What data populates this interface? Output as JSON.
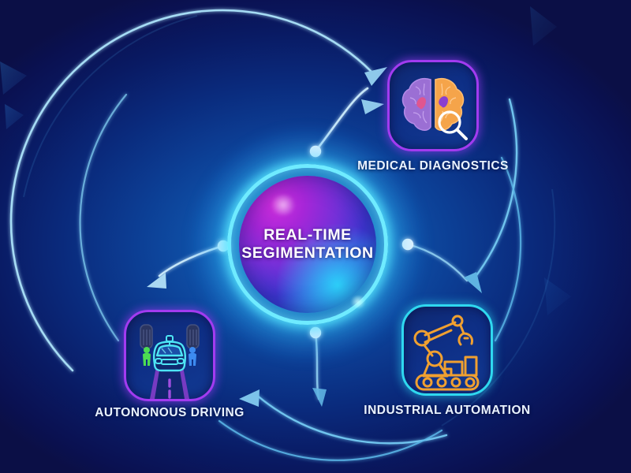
{
  "poster": {
    "background_color": "#0a2a7c",
    "accent_cyan": "#6febff",
    "accent_purple": "#a23bf0",
    "accent_orange": "#f0a030",
    "arrow_color": "#9ed4f0"
  },
  "center": {
    "name": "real-time-segmentation-core",
    "line1": "REAL-TIME",
    "line2": "SEGIMENTATION",
    "gradient_from": "#d02ddd",
    "gradient_to": "#2f7ce8",
    "ring_color": "#6febff"
  },
  "nodes": [
    {
      "id": "medical-diagnostics",
      "label": "MEDICAL DIAGNOSTICS",
      "icon": "brain-magnifier-icon",
      "border_color": "#a23bf0"
    },
    {
      "id": "industrial-automation",
      "label": "INDUSTRIAL AUTOMATION",
      "icon": "robot-arm-conveyor-icon",
      "border_color": "#2fd8ef"
    },
    {
      "id": "autonomous-driving",
      "label": "AUTONONOUS DRIVING",
      "icon": "self-driving-car-icon",
      "border_color": "#a23bf0"
    }
  ],
  "connectors": {
    "dots": [
      {
        "name": "connector-dot-top"
      },
      {
        "name": "connector-dot-right"
      },
      {
        "name": "connector-dot-left"
      },
      {
        "name": "connector-dot-bottom"
      }
    ],
    "arrows": [
      {
        "name": "arrow-core-to-medical"
      },
      {
        "name": "arrow-core-to-industrial"
      },
      {
        "name": "arrow-core-to-driving"
      },
      {
        "name": "arrow-outer-to-medical"
      },
      {
        "name": "arrow-outer-to-industrial"
      },
      {
        "name": "arrow-outer-to-driving"
      }
    ]
  }
}
